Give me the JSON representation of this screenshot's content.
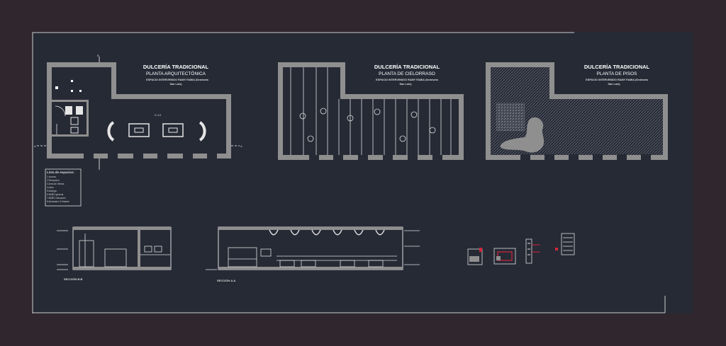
{
  "drawing": {
    "plans": [
      {
        "id": "architectural",
        "title": "DULCERÍA TRADICIONAL",
        "subtitle": "PLANTA ARQUITECTÓNICA",
        "note": "ESPACIO INTERVENIDO RAMY FAMIA (Semiseta",
        "note2": "San Luis)"
      },
      {
        "id": "ceiling",
        "title": "DULCERÍA TRADICIONAL",
        "subtitle": "PLANTA DE CIELORRASO",
        "note": "ESPACIO INTERVENIDO RAMY FAMIA (Semiseta",
        "note2": "San Luis)"
      },
      {
        "id": "floors",
        "title": "DULCERÍA TRADICIONAL",
        "subtitle": "PLANTA DE PISOS",
        "note": "ESPACIO INTERVENIDO RAMY FAMIA (Semiseta",
        "note2": "San Luis)"
      }
    ],
    "room_tag": "S-1/1",
    "section_marks": [
      "A",
      "A",
      "B"
    ],
    "legend": {
      "heading": "Lista de espacios:",
      "items": [
        "1.Acceso",
        "2.Recepción",
        "3.Área de Ventas",
        "4.Aseo",
        "5.Bodega",
        "6.BAÑO general",
        "7.BAÑO Ubicación",
        "8.Mostrador & Estante"
      ]
    },
    "sections": [
      {
        "id": "section-bb",
        "label": "SECCIÓN B-B"
      },
      {
        "id": "section-aa",
        "label": "SECCIÓN A-A"
      }
    ],
    "colors": {
      "background": "#2f272d",
      "sheet": "#262a35",
      "wall": "#8f8f8f",
      "line": "#dedede",
      "accent": "#d0283c"
    }
  }
}
